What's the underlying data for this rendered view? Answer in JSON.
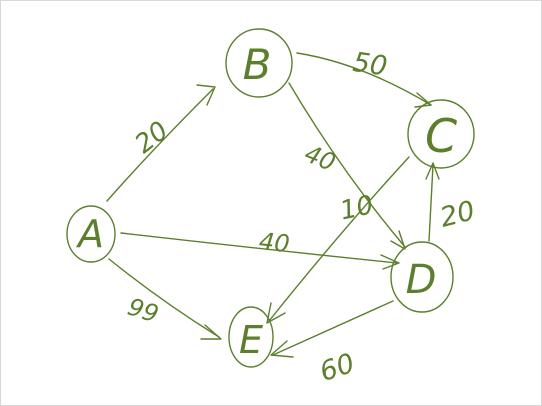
{
  "colors": {
    "ink": "#5c7f2e",
    "background": "#ffffff",
    "frame": "#d8d8d8"
  },
  "nodes": [
    {
      "id": "A",
      "label": "A"
    },
    {
      "id": "B",
      "label": "B"
    },
    {
      "id": "C",
      "label": "C"
    },
    {
      "id": "D",
      "label": "D"
    },
    {
      "id": "E",
      "label": "E"
    }
  ],
  "edges": [
    {
      "from": "A",
      "to": "B",
      "weight": "20"
    },
    {
      "from": "B",
      "to": "C",
      "weight": "50"
    },
    {
      "from": "B",
      "to": "D",
      "weight": "40"
    },
    {
      "from": "A",
      "to": "D",
      "weight": "40"
    },
    {
      "from": "C",
      "to": "E",
      "weight": "10"
    },
    {
      "from": "D",
      "to": "C",
      "weight": "20"
    },
    {
      "from": "A",
      "to": "E",
      "weight": "99"
    },
    {
      "from": "D",
      "to": "E",
      "weight": "60"
    }
  ]
}
